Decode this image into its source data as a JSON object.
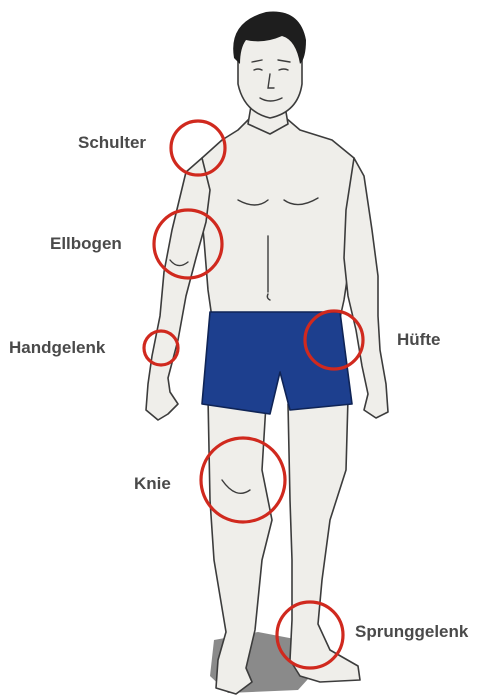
{
  "labels": {
    "shoulder": "Schulter",
    "elbow": "Ellbogen",
    "wrist": "Handgelenk",
    "hip": "Hüfte",
    "knee": "Knie",
    "ankle": "Sprunggelenk"
  },
  "colors": {
    "skin": "#efeeea",
    "outline": "#3c3c3c",
    "hair": "#1e1e1e",
    "shorts": "#1d3f8e",
    "shadow": "#8a8a8a",
    "marker": "#d0291e",
    "label_text": "#4a4a4a"
  }
}
